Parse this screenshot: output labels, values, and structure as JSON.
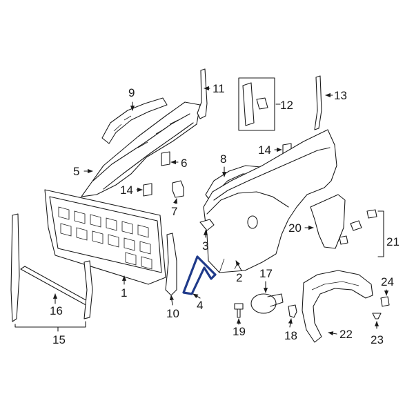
{
  "callouts": [
    {
      "id": "c1",
      "text": "1"
    },
    {
      "id": "c2",
      "text": "2"
    },
    {
      "id": "c3",
      "text": "3"
    },
    {
      "id": "c4",
      "text": "4"
    },
    {
      "id": "c5",
      "text": "5"
    },
    {
      "id": "c6",
      "text": "6"
    },
    {
      "id": "c7",
      "text": "7"
    },
    {
      "id": "c8",
      "text": "8"
    },
    {
      "id": "c9",
      "text": "9"
    },
    {
      "id": "c10",
      "text": "10"
    },
    {
      "id": "c11",
      "text": "11"
    },
    {
      "id": "c12",
      "text": "12"
    },
    {
      "id": "c13",
      "text": "13"
    },
    {
      "id": "c14a",
      "text": "14"
    },
    {
      "id": "c14b",
      "text": "14"
    },
    {
      "id": "c15",
      "text": "15"
    },
    {
      "id": "c16",
      "text": "16"
    },
    {
      "id": "c17",
      "text": "17"
    },
    {
      "id": "c18",
      "text": "18"
    },
    {
      "id": "c19",
      "text": "19"
    },
    {
      "id": "c20",
      "text": "20"
    },
    {
      "id": "c21",
      "text": "21"
    },
    {
      "id": "c22",
      "text": "22"
    },
    {
      "id": "c23",
      "text": "23"
    },
    {
      "id": "c24",
      "text": "24"
    }
  ],
  "colors": {
    "line": "#1a1a1a",
    "highlight": "#1f3a8a",
    "background": "#ffffff"
  }
}
